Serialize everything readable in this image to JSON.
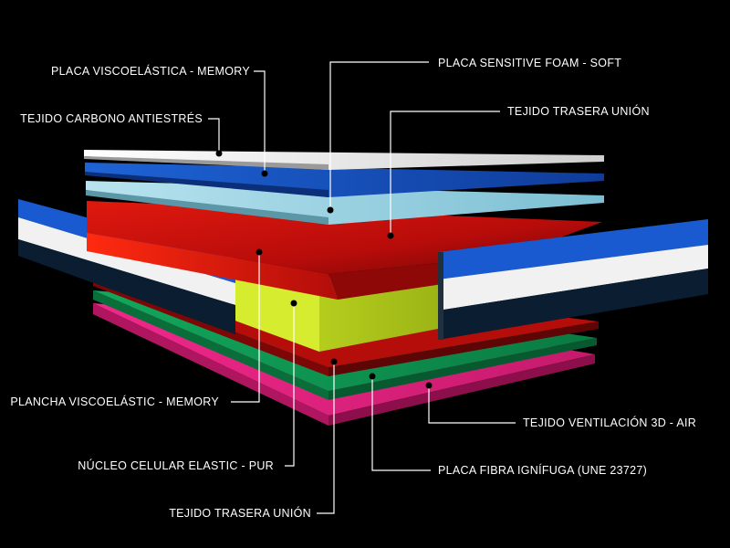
{
  "labels": {
    "placa_viscoelastica": "PLACA VISCOELÁSTICA - MEMORY",
    "tejido_carbono": "TEJIDO CARBONO ANTIESTRÉS",
    "placa_sensitive": "PLACA SENSITIVE FOAM - SOFT",
    "tejido_trasera_top": "TEJIDO TRASERA UNIÓN",
    "plancha_viscoelastic": "PLANCHA VISCOELÁSTIC - MEMORY",
    "nucleo_celular": "NÚCLEO CELULAR ELASTIC - PUR",
    "tejido_trasera_bottom": "TEJIDO TRASERA UNIÓN",
    "tejido_ventilacion": "TEJIDO VENTILACIÓN 3D - AIR",
    "placa_fibra": "PLACA FIBRA IGNÍFUGA (UNE 23727)"
  },
  "colors": {
    "background": "#000000",
    "white_layer": "#e9e9e9",
    "blue_layer": "#1a56c8",
    "light_blue_layer": "#9fd3e3",
    "red_layer": "#d10f0c",
    "yellow_green_core": "#b7d21c",
    "green_layer": "#0f9a55",
    "magenta_layer": "#e0237f",
    "text": "#ffffff"
  }
}
